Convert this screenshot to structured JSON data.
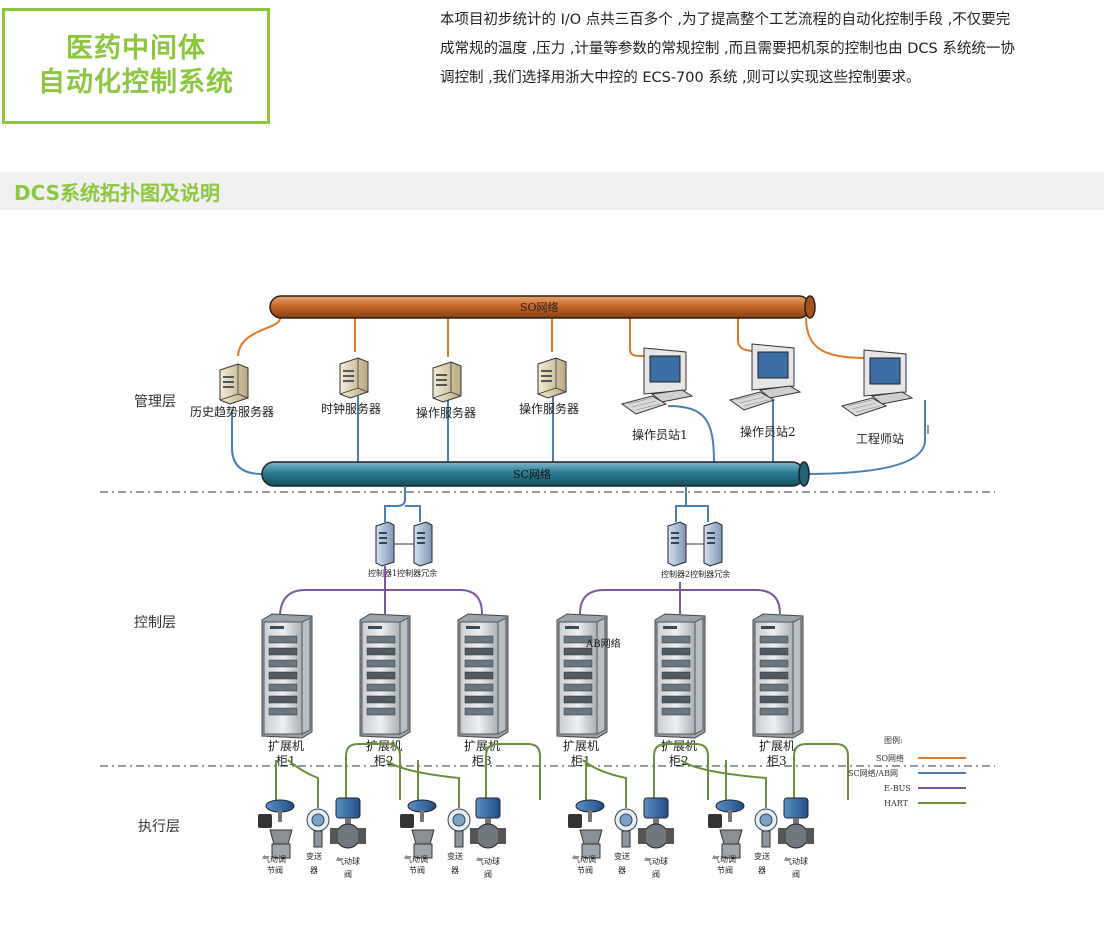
{
  "header": {
    "title_line1": "医药中间体",
    "title_line2": "自动化控制系统",
    "intro_lines": [
      "本项目初步统计的 I/O 点共三百多个 ,为了提高整个工艺流程的自动化控制手段 ,不仅要完",
      "成常规的温度 ,压力 ,计量等参数的常规控制 ,而且需要把机泵的控制也由 DCS 系统统一协",
      "调控制 ,我们选择用浙大中控的 ECS-700 系统 ,则可以实现这些控制要求。"
    ]
  },
  "section": {
    "title": "DCS系统拓扑图及说明"
  },
  "diagram": {
    "layers": {
      "management": "管理层",
      "control": "控制层",
      "execution": "执行层"
    },
    "networks": {
      "so": "SO网络",
      "sc": "SC网络",
      "ab": "AB网络"
    },
    "servers": [
      "历史趋势服务器",
      "时钟服务器",
      "操作服务器",
      "操作服务器"
    ],
    "workstations": [
      "操作员站1",
      "操作员站2",
      "工程师站"
    ],
    "controllers": [
      "控制器1控制器冗余",
      "控制器2控制器冗余"
    ],
    "cabinets": [
      {
        "line1": "扩展机",
        "line2": "柜1"
      },
      {
        "line1": "扩展机",
        "line2": "柜2"
      },
      {
        "line1": "扩展机",
        "line2": "柜3"
      },
      {
        "line1": "扩展机",
        "line2": "柜1"
      },
      {
        "line1": "扩展机",
        "line2": "柜2"
      },
      {
        "line1": "扩展机",
        "line2": "柜3"
      }
    ],
    "devices": {
      "valve_l1": "气动调",
      "valve_l2": "节阀",
      "transmitter_l1": "变送",
      "transmitter_l2": "器",
      "ball_l1": "气动球",
      "ball_l2": "阀"
    },
    "legend": {
      "title": "图例:",
      "items": [
        {
          "label": "SO网络",
          "color": "#e07a28"
        },
        {
          "label": "SC网络/AB网",
          "color": "#4a7fb5"
        },
        {
          "label": "E-BUS",
          "color": "#7a5a9e"
        },
        {
          "label": "HART",
          "color": "#6b8e3a"
        }
      ]
    },
    "colors": {
      "so": "#e07a28",
      "sc": "#4a7fb5",
      "ebus": "#7a5a9e",
      "hart": "#6b8e3a",
      "accent": "#8dc63f"
    }
  }
}
